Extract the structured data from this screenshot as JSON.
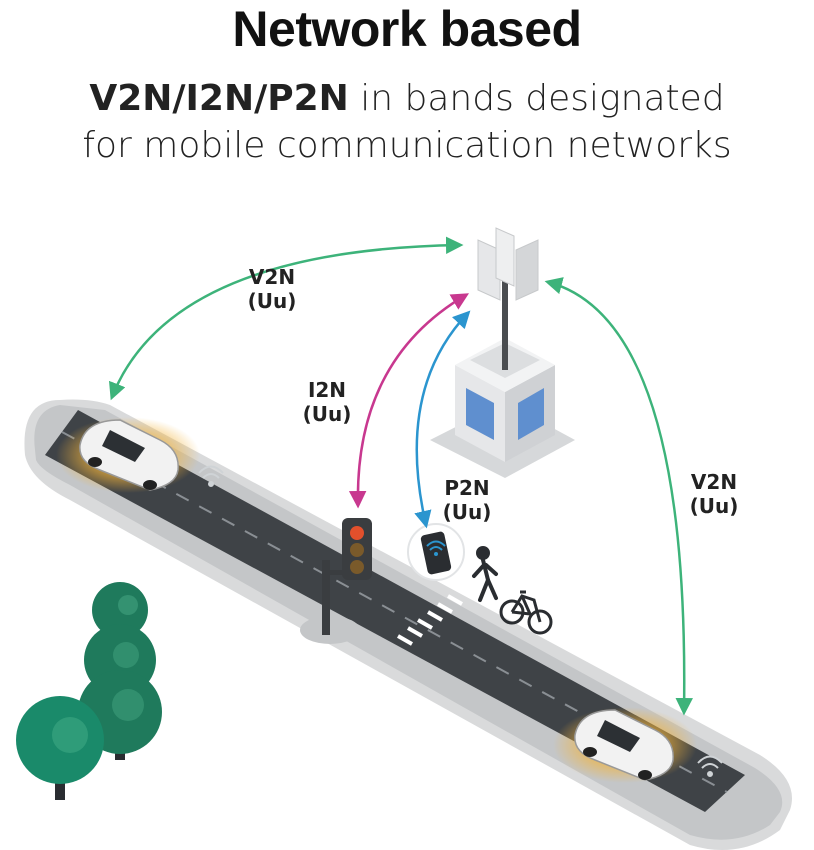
{
  "title": "Network based",
  "subtitle": {
    "bold": "V2N/I2N/P2N",
    "line1_rest": " in bands designated",
    "line2": "for mobile communication networks"
  },
  "links": {
    "v2n_left": {
      "name": "V2N",
      "iface": "(Uu)"
    },
    "i2n": {
      "name": "I2N",
      "iface": "(Uu)"
    },
    "p2n": {
      "name": "P2N",
      "iface": "(Uu)"
    },
    "v2n_right": {
      "name": "V2N",
      "iface": "(Uu)"
    }
  },
  "colors": {
    "v2n": "#3db37a",
    "i2n": "#c8388f",
    "p2n": "#2b95cf",
    "road": "#3f4347",
    "tree": "#1f7a5c",
    "glow": "#f2b33a"
  },
  "icons": [
    "cell-tower-icon",
    "building-icon",
    "car-icon",
    "traffic-light-icon",
    "smartphone-icon",
    "pedestrian-icon",
    "bicycle-icon",
    "tree-icon",
    "wifi-signal-icon"
  ]
}
